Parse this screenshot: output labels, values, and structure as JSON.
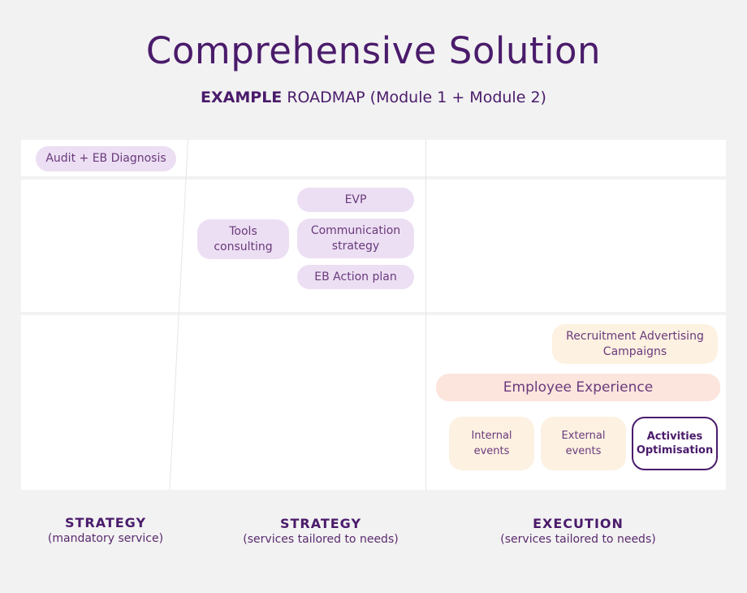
{
  "header": {
    "title": "Comprehensive Solution",
    "subtitle_strong": "EXAMPLE",
    "subtitle_rest": "ROADMAP (Module 1 + Module 2)"
  },
  "blocks": {
    "audit": "Audit + EB Diagnosis",
    "tools_consulting": "Tools consulting",
    "evp": "EVP",
    "communication_strategy": "Communication strategy",
    "eb_action_plan": "EB Action plan",
    "recruitment_campaigns": "Recruitment Advertising Campaigns",
    "employee_experience": "Employee Experience",
    "internal_events": "Internal events",
    "external_events": "External events",
    "activities_optimisation": "Activities Optimisation"
  },
  "columns": [
    {
      "title": "STRATEGY",
      "subtitle": "(mandatory service)"
    },
    {
      "title": "STRATEGY",
      "subtitle": "(services tailored to needs)"
    },
    {
      "title": "EXECUTION",
      "subtitle": "(services tailored to needs)"
    }
  ],
  "colors": {
    "primary": "#4a1b6b",
    "lavender": "#ecdff3",
    "peach": "#fdf1e1",
    "salmon": "#fbe5dd"
  }
}
